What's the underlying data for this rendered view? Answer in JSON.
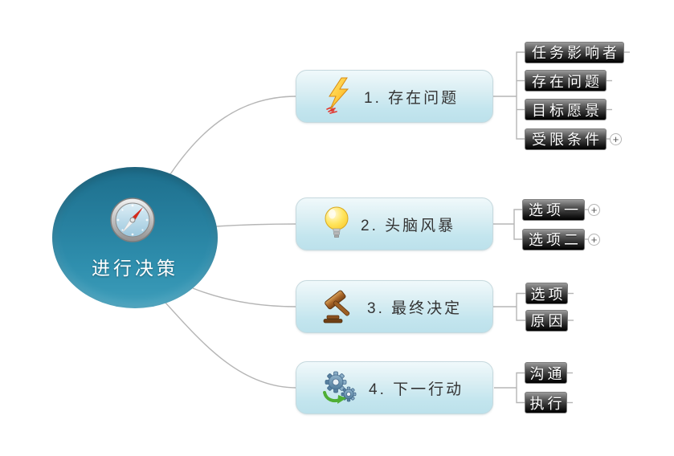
{
  "app": {
    "type": "mind-map",
    "background": "#ffffff"
  },
  "central_topic": {
    "label": "进行决策",
    "icon": "compass-icon",
    "fill_top": "#1d6e8c",
    "fill_bottom": "#3d9dba",
    "text_color": "#ffffff"
  },
  "branches": [
    {
      "label": "1. 存在问题",
      "icon": "lightning-icon",
      "children": [
        {
          "label": "任务影响者",
          "expandable": false
        },
        {
          "label": "存在问题",
          "expandable": false
        },
        {
          "label": "目标愿景",
          "expandable": false
        },
        {
          "label": "受限条件",
          "expandable": true
        }
      ]
    },
    {
      "label": "2. 头脑风暴",
      "icon": "lightbulb-icon",
      "children": [
        {
          "label": "选项一",
          "expandable": true
        },
        {
          "label": "选项二",
          "expandable": true
        }
      ]
    },
    {
      "label": "3. 最终决定",
      "icon": "gavel-icon",
      "children": [
        {
          "label": "选项",
          "expandable": false
        },
        {
          "label": "原因",
          "expandable": false
        }
      ]
    },
    {
      "label": "4. 下一行动",
      "icon": "gears-icon",
      "children": [
        {
          "label": "沟通",
          "expandable": false
        },
        {
          "label": "执行",
          "expandable": false
        }
      ]
    }
  ],
  "expand_button": {
    "symbol": "+"
  },
  "style": {
    "branch_bg_top": "#f0f9fb",
    "branch_bg_bottom": "#bce1eb",
    "branch_text": "#333333",
    "subtopic_bg_top": "#9a9a9a",
    "subtopic_bg_bottom": "#000000",
    "subtopic_text": "#ffffff",
    "connector": "#b5b5b5"
  }
}
